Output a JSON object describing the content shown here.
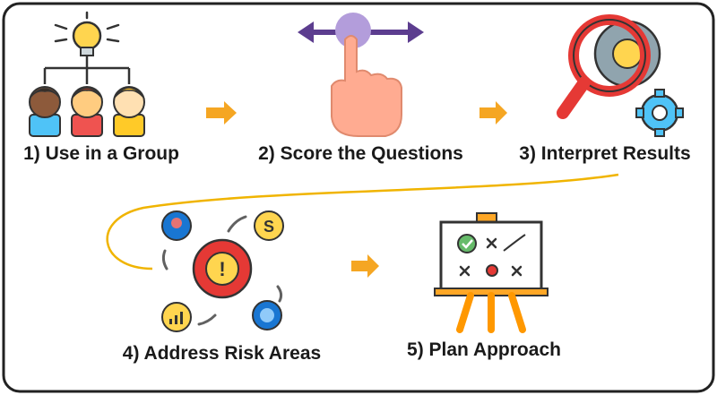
{
  "steps": [
    {
      "label": "1) Use in a Group",
      "icon": "group-idea-icon"
    },
    {
      "label": "2) Score the Questions",
      "icon": "slider-score-icon"
    },
    {
      "label": "3) Interpret Results",
      "icon": "magnifier-gears-icon"
    },
    {
      "label": "4) Address Risk Areas",
      "icon": "risk-cycle-icon"
    },
    {
      "label": "5) Plan Approach",
      "icon": "strategy-board-icon"
    }
  ],
  "colors": {
    "arrow": "#f5a623",
    "connector": "#f0b400",
    "frame": "#222222",
    "score_slider": "#6b4f9e",
    "magnifier": "#e53935"
  },
  "flow_direction": "left-to-right, then wraps to second row"
}
